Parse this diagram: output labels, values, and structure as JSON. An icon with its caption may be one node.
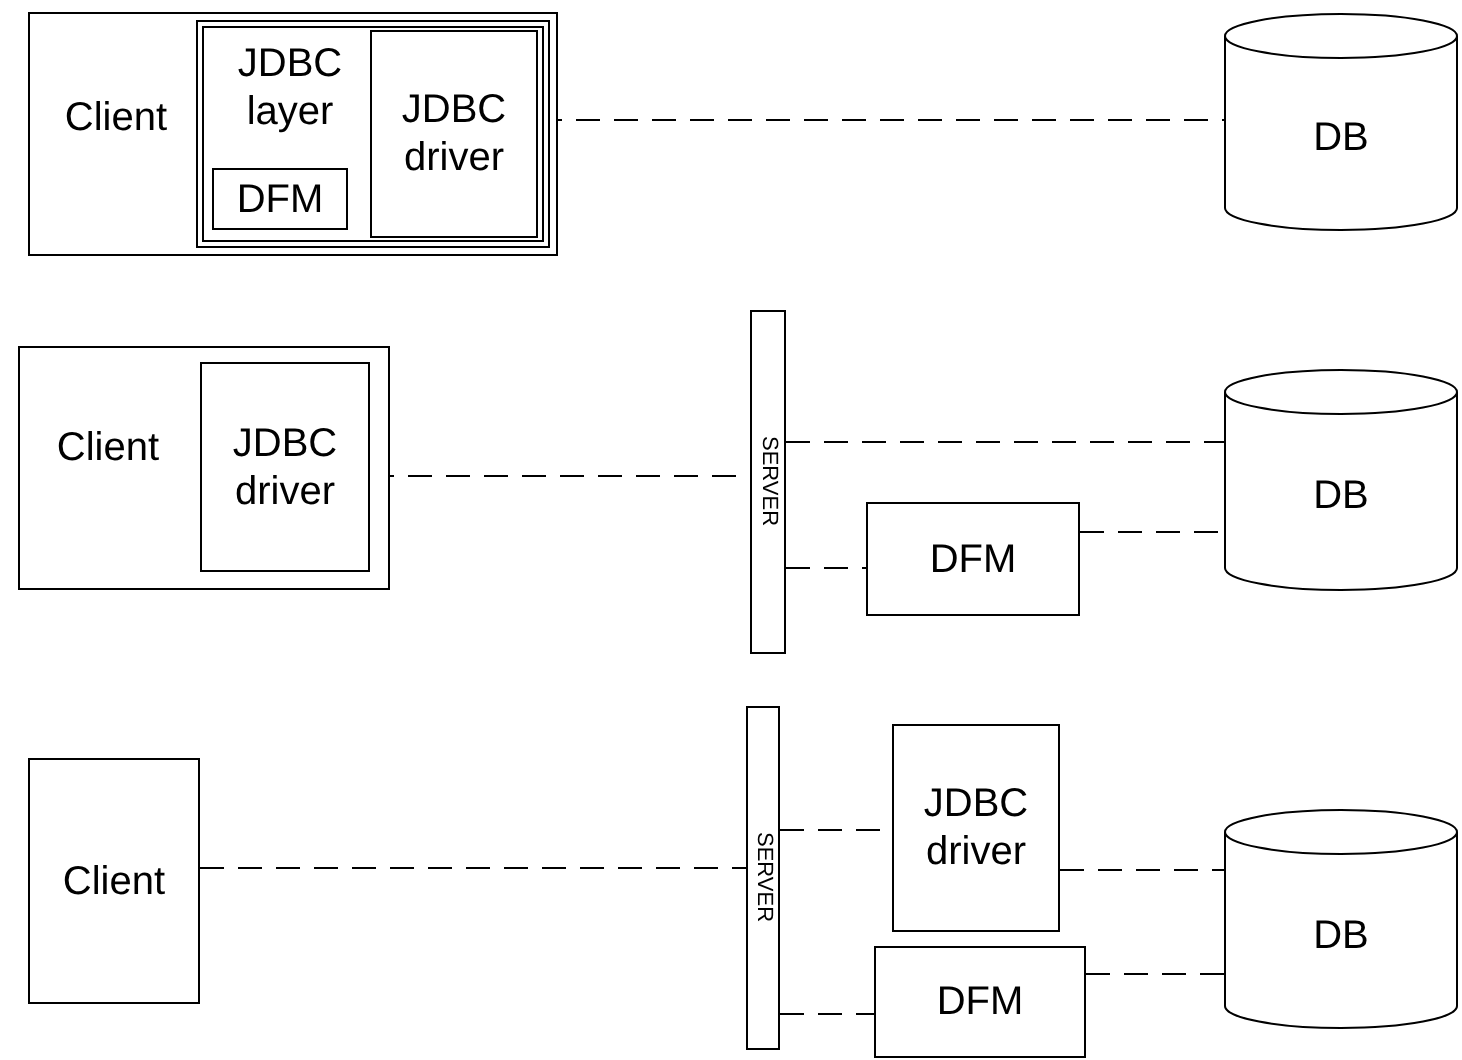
{
  "diagram": {
    "nodes": [
      {
        "text": [
          "Client"
        ]
      },
      {
        "text": [
          "JDBC layer"
        ],
        "in": 0
      },
      {
        "text": [
          "DFM"
        ],
        "in": 1
      },
      {
        "text": [
          "JDBC driver"
        ],
        "in": 1
      },
      {
        "text": [
          "DB"
        ]
      },
      {
        "text": [
          "Client"
        ]
      },
      {
        "text": [
          "JDBC driver"
        ],
        "in": 5
      },
      {
        "text": [
          "SERVER"
        ]
      },
      {
        "text": [
          "DFM"
        ]
      },
      {
        "text": [
          "DB"
        ]
      },
      {
        "text": [
          "Client"
        ]
      },
      {
        "text": [
          "SERVER"
        ]
      },
      {
        "text": [
          "JDBC driver"
        ]
      },
      {
        "text": [
          "DFM"
        ]
      },
      {
        "text": [
          "DB"
        ]
      }
    ],
    "edges": [
      {
        "from": 3,
        "to": 4,
        "arrow": "none",
        "style": "dashed"
      },
      {
        "from": 6,
        "to": 7,
        "arrow": "none",
        "style": "dashed"
      },
      {
        "from": 7,
        "to": 9,
        "arrow": "none",
        "style": "dashed"
      },
      {
        "from": 7,
        "to": 8,
        "arrow": "none",
        "style": "dashed"
      },
      {
        "from": 8,
        "to": 9,
        "arrow": "none",
        "style": "dashed"
      },
      {
        "from": 10,
        "to": 11,
        "arrow": "none",
        "style": "dashed"
      },
      {
        "from": 11,
        "to": 12,
        "arrow": "none",
        "style": "dashed"
      },
      {
        "from": 12,
        "to": 14,
        "arrow": "none",
        "style": "dashed"
      },
      {
        "from": 11,
        "to": 13,
        "arrow": "none",
        "style": "dashed"
      },
      {
        "from": 13,
        "to": 14,
        "arrow": "none",
        "style": "dashed"
      }
    ]
  }
}
